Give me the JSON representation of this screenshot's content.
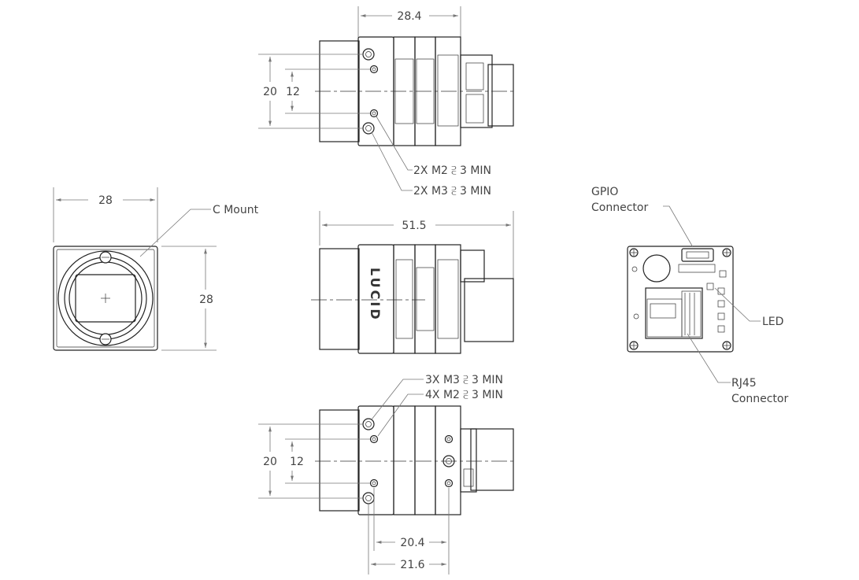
{
  "dimensions": {
    "top_width": "28.4",
    "top_height_outer": "20",
    "top_height_inner": "12",
    "front_width": "28",
    "front_height": "28",
    "side_length": "51.5",
    "bottom_height_outer": "20",
    "bottom_height_inner": "12",
    "bottom_width_inner": "20.4",
    "bottom_width_outer": "21.6"
  },
  "callouts": {
    "top_m2": "2X M2 ⫔ 3 MIN",
    "top_m3": "2X M3 ⫔ 3 MIN",
    "bottom_m3": "3X M3 ⫔ 3 MIN",
    "bottom_m2": "4X M2 ⫔ 3 MIN",
    "c_mount": "C Mount",
    "gpio_line1": "GPIO",
    "gpio_line2": "Connector",
    "led": "LED",
    "rj45_line1": "RJ45",
    "rj45_line2": "Connector"
  },
  "brand": "LUCID"
}
